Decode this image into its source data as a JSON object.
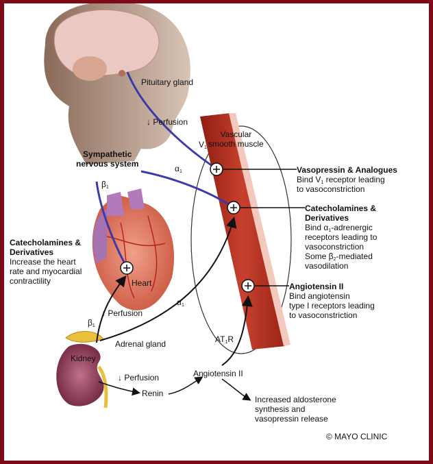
{
  "labels": {
    "pituitary": "Pituitary gland",
    "perfusion_head": "↓ Perfusion",
    "v1": "V",
    "v1_sub": "1",
    "vsm_line1": "Vascular",
    "vsm_line2": "smooth muscle",
    "sns_line1": "Sympathetic",
    "sns_line2": "nervous system",
    "alpha_top": "α",
    "alpha_top_sub": "1",
    "beta_top": "β",
    "beta_top_sub": "1",
    "heart": "Heart",
    "alpha_mid": "α",
    "alpha_mid_sub": "1",
    "beta_bottom": "β",
    "beta_bottom_sub": "1",
    "perfusion_heart": "↓ Perfusion",
    "adrenal": "Adrenal gland",
    "kidney": "Kidney",
    "perfusion_kidney": "↓ Perfusion",
    "renin": "Renin",
    "angiotensin_ii": "Angiotensin II",
    "at1r_a": "AT",
    "at1r_sub": "1",
    "at1r_b": "R",
    "aldosterone": [
      "Increased aldosterone",
      "synthesis and",
      "vasopressin release"
    ],
    "copyright": "© MAYO CLINIC"
  },
  "annotations": {
    "vasopressin": {
      "title": "Vasopressin & Analogues",
      "l1a": "Bind V",
      "l1sub": "1",
      "l1b": " receptor leading",
      "l2": "to vasoconstriction"
    },
    "catecholamines_vessel": {
      "title1": "Catecholamines &",
      "title2": "Derivatives",
      "l1a": "Bind α",
      "l1sub": "1",
      "l1b": "-adrenergic",
      "l2": "receptors leading to",
      "l3": "vasoconstriction",
      "l4a": "Some β",
      "l4sub": "2",
      "l4b": "-mediated",
      "l5": "vasodilation"
    },
    "angiotensin": {
      "title": "Angiotensin II",
      "l1": "Bind angiotensin",
      "l2": "type I receptors leading",
      "l3": "to vasoconstriction"
    },
    "catecholamines_heart": {
      "title1": "Catecholamines &",
      "title2": "Derivatives",
      "l1": "Increase the heart",
      "l2": "rate and myocardial",
      "l3": "contractility"
    }
  },
  "colors": {
    "frame": "#7d0a17",
    "nerve": "#3a3aa8",
    "vessel": "#c0392b"
  }
}
